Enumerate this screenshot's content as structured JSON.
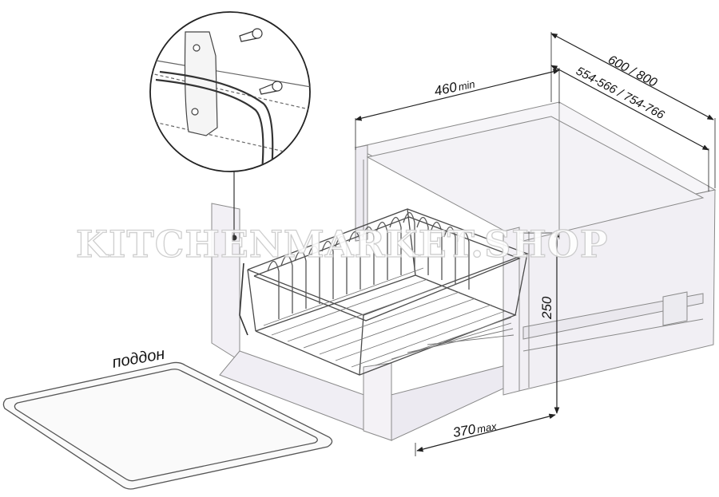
{
  "labels": {
    "tray": "поддон",
    "width_outer": "600 / 800",
    "width_inner": "554-566 / 754-766",
    "depth": "460",
    "depth_suffix": "min",
    "depth_drawer": "370",
    "depth_drawer_suffix": "max",
    "height": "250"
  },
  "watermark": "KITCHENMARKET.SHOP",
  "colors": {
    "line": "#555555",
    "faint": "#9a9a9a",
    "panel_fill": "#f4f3f6",
    "panel_fill_dark": "#e9e7ee",
    "wire": "#4a4a4a",
    "callout": "#333333"
  }
}
